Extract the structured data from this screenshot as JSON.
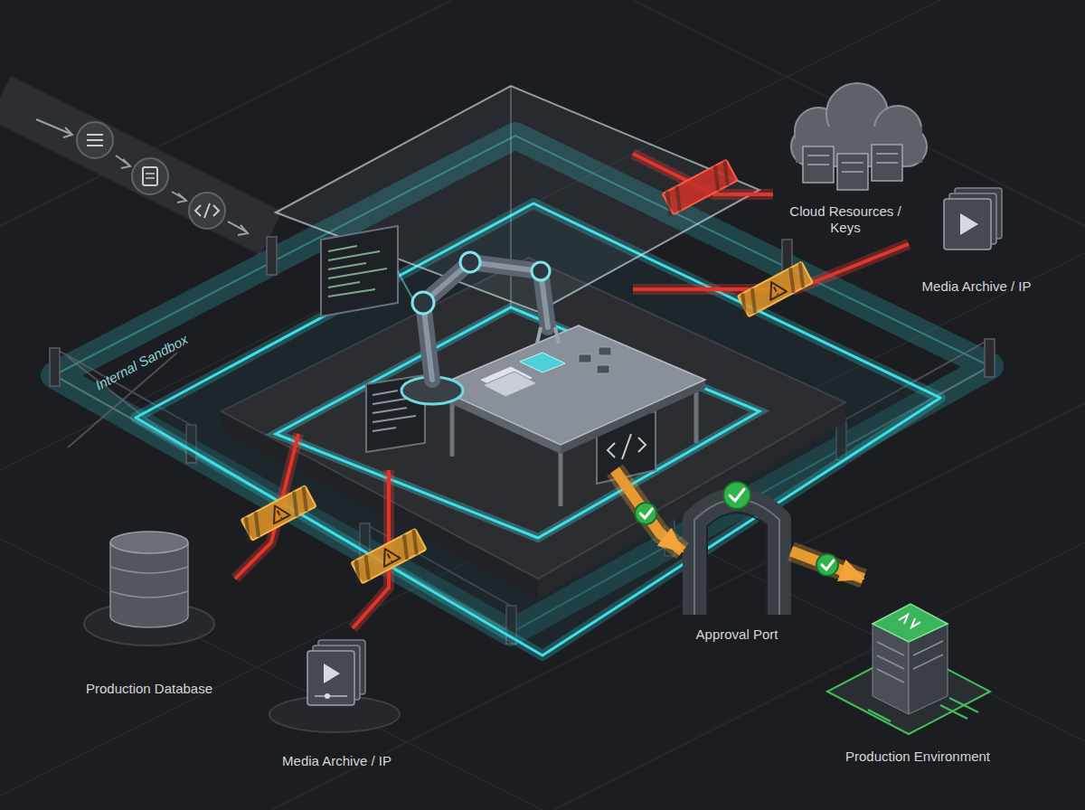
{
  "diagram": {
    "nodes": [
      {
        "text": [
          "Internal Sandbox"
        ]
      },
      {
        "text": [
          "Cloud Resources / Keys"
        ]
      },
      {
        "text": [
          "Media Archive / IP"
        ]
      },
      {
        "text": [
          "Production Database"
        ]
      },
      {
        "text": [
          "Media Archive / IP"
        ]
      },
      {
        "text": [
          "Approval Port"
        ]
      },
      {
        "text": [
          "Production Environment"
        ]
      }
    ],
    "edges": [
      {
        "from": 0,
        "to": 1,
        "arrow": "none"
      },
      {
        "from": 0,
        "to": 2,
        "arrow": "none"
      },
      {
        "from": 0,
        "to": 3,
        "arrow": "none"
      },
      {
        "from": 0,
        "to": 4,
        "arrow": "none"
      },
      {
        "from": 0,
        "to": 5,
        "arrow": "to"
      },
      {
        "from": 5,
        "to": 6,
        "arrow": "to"
      }
    ]
  }
}
